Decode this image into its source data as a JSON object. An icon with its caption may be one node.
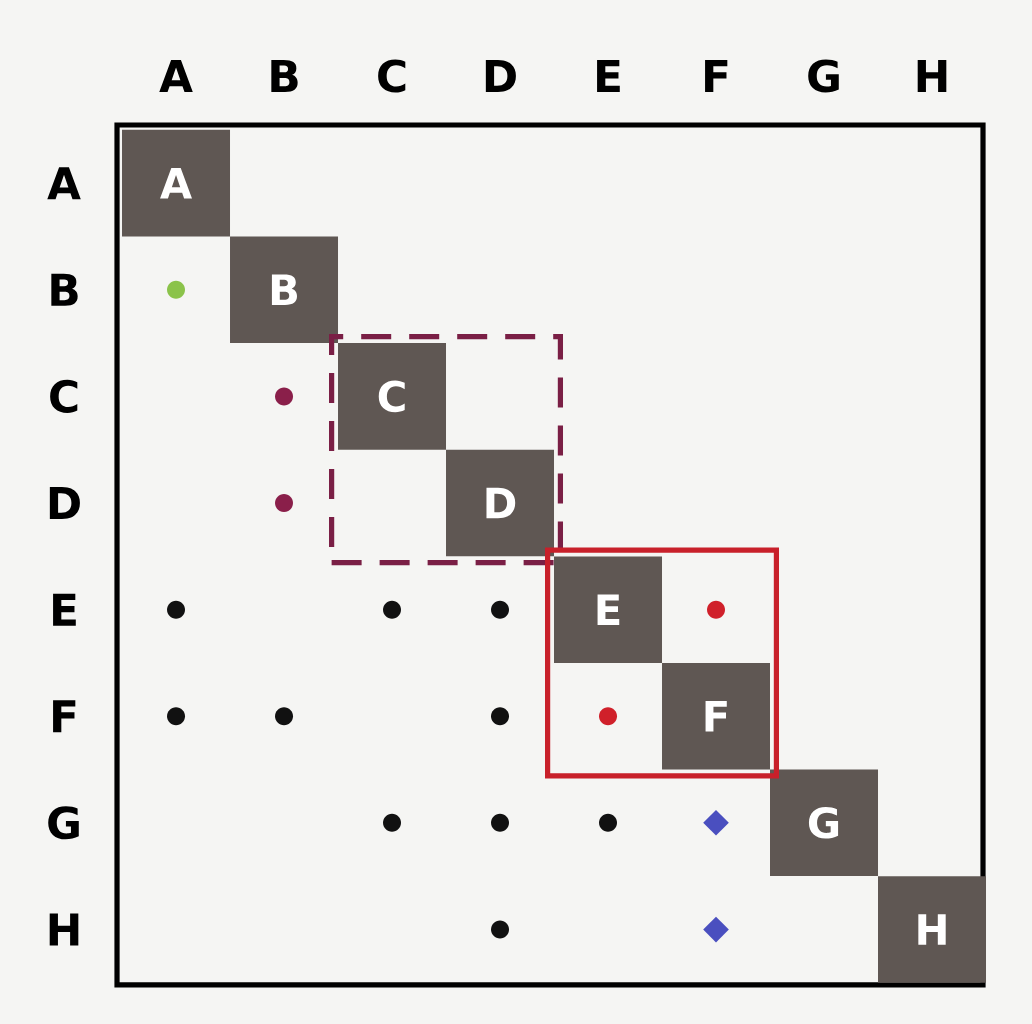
{
  "diagram": {
    "nodes": [
      {
        "text": [
          "A"
        ]
      },
      {
        "text": [
          "B"
        ]
      },
      {
        "text": [],
        "shape": "box"
      },
      {
        "text": [
          "C"
        ],
        "in": 2
      },
      {
        "text": [
          "D"
        ],
        "in": 2
      },
      {
        "text": [],
        "shape": "box"
      },
      {
        "text": [
          "E"
        ],
        "in": 5
      },
      {
        "text": [
          "F"
        ],
        "in": 5
      },
      {
        "text": [
          "G"
        ]
      },
      {
        "text": [
          "H"
        ]
      },
      {
        "text": [],
        "shape": "circle"
      },
      {
        "text": [],
        "shape": "circle"
      },
      {
        "text": [],
        "shape": "circle"
      },
      {
        "text": [],
        "shape": "circle"
      },
      {
        "text": [],
        "shape": "circle"
      },
      {
        "text": [],
        "shape": "circle"
      },
      {
        "text": [],
        "shape": "circle",
        "in": 5
      },
      {
        "text": [],
        "shape": "circle"
      },
      {
        "text": [],
        "shape": "circle"
      },
      {
        "text": [],
        "shape": "circle"
      },
      {
        "text": [],
        "shape": "circle",
        "in": 5
      },
      {
        "text": [],
        "shape": "circle"
      },
      {
        "text": [],
        "shape": "circle"
      },
      {
        "text": [],
        "shape": "circle"
      },
      {
        "text": [],
        "shape": "diamond"
      },
      {
        "text": [],
        "shape": "circle"
      },
      {
        "text": [],
        "shape": "diamond"
      }
    ],
    "labels": [
      "A",
      "B",
      "C",
      "D",
      "E",
      "F",
      "G",
      "H",
      "A",
      "B",
      "C",
      "D",
      "E",
      "F",
      "G",
      "H"
    ]
  }
}
